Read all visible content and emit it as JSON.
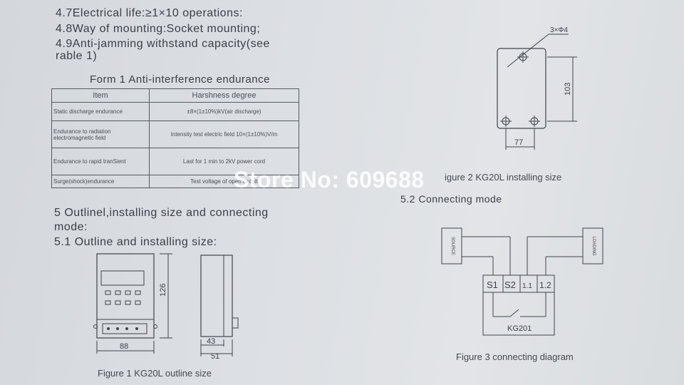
{
  "sections": {
    "l47": "4.7Electrical life:≥1×10 operations:",
    "l48": "4.8Way of mounting:Socket mounting;",
    "l49a": "4.9Anti-jamming withstand capacity(see",
    "l49b": "rable 1)",
    "s5a": "5 Outlinel,installing size and connecting",
    "s5b": "mode:",
    "s51": "5.1 Outline and installing size:",
    "s52": "5.2 Connecting mode"
  },
  "form": {
    "title": "Form 1 Anti-interference endurance",
    "headers": [
      "Item",
      "Harshness degree"
    ],
    "rows": [
      {
        "item": "Static discharge endurance",
        "degree": "±8×(1±10%)kV(air discharge)"
      },
      {
        "item": "Endurance to radiation electromagnetic field",
        "degree": "Intensity test electric field 10×(1±10%)V/m"
      },
      {
        "item": "Endurance to rapid tranSient",
        "degree": "Last for 1 min to 2kV power cord"
      },
      {
        "item": "Surge(shock)endurance",
        "degree": "Test voltage of open circuit"
      }
    ]
  },
  "figures": {
    "fig1_caption": "Figure 1 KG20L outline size",
    "fig2_caption": "igure 2 KG20L installing size",
    "fig3_caption": "Figure 3 connecting diagram",
    "dim_126": "126",
    "dim_88": "88",
    "dim_43": "43",
    "dim_51": "51",
    "dim_holes": "3×Φ4",
    "dim_103": "103",
    "dim_77": "77",
    "term_s1": "S1",
    "term_s2": "S2",
    "term_l1": "1.1",
    "term_l2": "1.2",
    "device_label": "KG201",
    "source_label": "SOURCE",
    "loading_label": "LOADING"
  },
  "watermark": "Store No: 609688"
}
